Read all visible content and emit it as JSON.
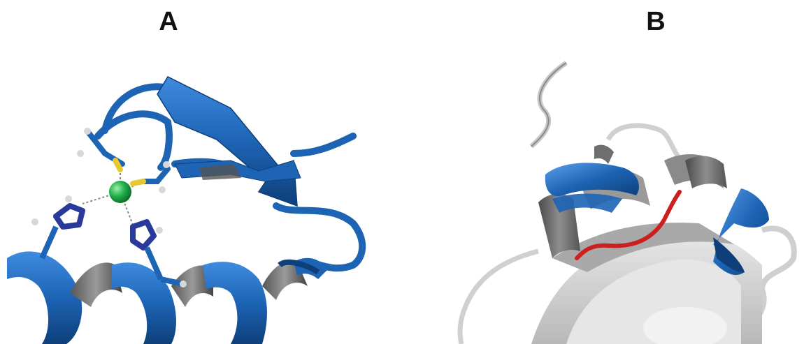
{
  "figure": {
    "panel_a": {
      "label": "A",
      "colors": {
        "ribbon": "#1d64b4",
        "ribbon_dark": "#0e3f7a",
        "helix_inner": "#707070",
        "metal_ion": "#22b14c",
        "sulfur": "#e8c830",
        "hydrogen": "#d8d8d8"
      },
      "elements": [
        "beta-hairpin-sheet",
        "alpha-helix",
        "metal-ion-sphere",
        "cysteine-sidechains",
        "histidine-sidechains",
        "coordination-bonds"
      ]
    },
    "panel_b": {
      "label": "B",
      "colors": {
        "backbone": "#c8c8c8",
        "helix_highlight": "#1d64b4",
        "helix_grey": "#6e6e6e",
        "loop_highlight": "#cc1f1f"
      },
      "elements": [
        "grey-protein-backbone",
        "left-blue-helix",
        "right-blue-helix",
        "red-loop"
      ]
    }
  }
}
